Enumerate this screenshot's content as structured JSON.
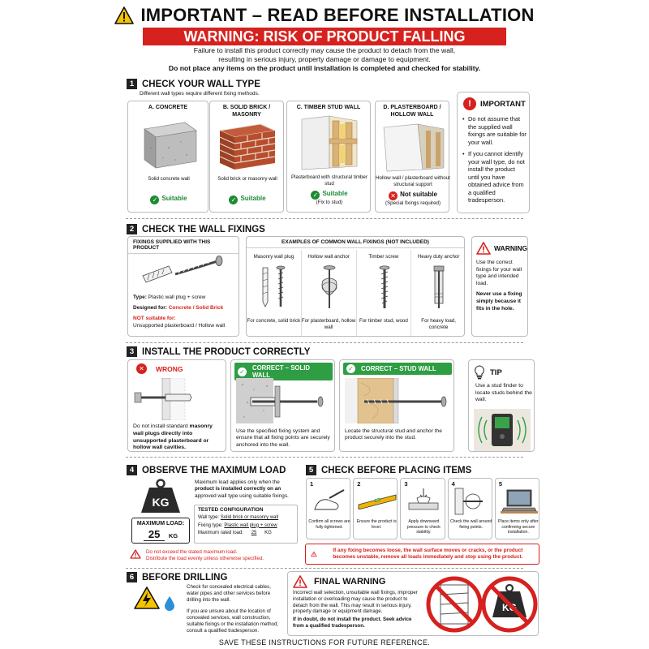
{
  "header": {
    "title": "IMPORTANT – READ BEFORE INSTALLATION",
    "banner": "WARNING: RISK OF PRODUCT FALLING",
    "intro_line1": "Failure to install this product correctly may cause the product to detach from the wall,",
    "intro_line2": "resulting in serious injury, property damage or damage to equipment.",
    "intro_line3": "Do not place any items on the product until installation is completed and checked for stability."
  },
  "s1": {
    "number": "1",
    "title": "CHECK YOUR WALL TYPE",
    "subtitle": "Different wall types require different fixing methods.",
    "walls": [
      {
        "label": "A. CONCRETE",
        "desc": "Solid concrete wall",
        "status": "Suitable",
        "note": ""
      },
      {
        "label": "B. SOLID BRICK / MASONRY",
        "desc": "Solid brick or masonry wall",
        "status": "Suitable",
        "note": ""
      },
      {
        "label": "C. TIMBER STUD WALL",
        "desc": "Plasterboard with structural timber stud",
        "status": "Suitable",
        "note": "(Fix to stud)"
      },
      {
        "label": "D. PLASTERBOARD / HOLLOW WALL",
        "desc": "Hollow wall / plasterboard without structural support",
        "status": "Not suitable",
        "note": "(Special fixings required)"
      }
    ],
    "side": {
      "title": "IMPORTANT",
      "bullet1": "Do not assume that the supplied wall fixings are suitable for your wall.",
      "bullet2": "If you cannot identify your wall type, do not install the product until you have obtained advice from a qualified tradesperson."
    }
  },
  "s2": {
    "number": "2",
    "title": "CHECK THE WALL FIXINGS",
    "supplied": {
      "header": "FIXINGS SUPPLIED WITH THIS PRODUCT",
      "type_label": "Type:",
      "type_value": "Plastic wall plug + screw",
      "designed_label": "Designed for:",
      "designed_value": "Concrete / Solid Brick",
      "not_label": "NOT suitable for:",
      "not_value": "Unsupported plasterboard / Hollow wall"
    },
    "examples_header": "EXAMPLES OF COMMON WALL FIXINGS (NOT INCLUDED)",
    "examples": [
      {
        "name": "Masonry wall plug",
        "use": "For concrete, solid brick"
      },
      {
        "name": "Hollow wall anchor",
        "use": "For plasterboard, hollow wall"
      },
      {
        "name": "Timber screw",
        "use": "For timber stud, wood"
      },
      {
        "name": "Heavy duty anchor",
        "use": "For heavy load, concrete"
      }
    ],
    "side": {
      "title": "WARNING",
      "text": "Use the correct fixings for your wall type and intended load.",
      "text2": "Never use a fixing simply because it fits in the hole."
    }
  },
  "s3": {
    "number": "3",
    "title": "INSTALL THE PRODUCT CORRECTLY",
    "wrong": {
      "title": "WRONG",
      "text_pre": "Do not install standard ",
      "text_bold": "masonry wall plugs directly into unsupported plasterboard or hollow wall cavities."
    },
    "solid": {
      "title": "CORRECT – SOLID WALL",
      "text": "Use the specified fixing system and ensure that all fixing points are securely anchored into the wall."
    },
    "stud": {
      "title": "CORRECT – STUD WALL",
      "text": "Locate the structural stud and anchor the product securely into the stud."
    },
    "tip": {
      "title": "TIP",
      "text": "Use a stud finder to locate studs behind the wall."
    }
  },
  "s4": {
    "number": "4",
    "title": "OBSERVE THE MAXIMUM LOAD",
    "kg": "KG",
    "text_pre": "Maximum load applies only when the ",
    "text_bold": "product is installed correctly on an",
    "text_post": " approved wall type using suitable fixings.",
    "tested": {
      "title": "TESTED CONFIGURATION",
      "wall_label": "Wall type:",
      "wall_value": "Solid brick or masonry wall",
      "fix_label": "Fixing type:",
      "fix_value": "Plastic wall plug + screw",
      "rated_label": "Maximum rated load:",
      "rated_value": "25",
      "rated_unit": "KG"
    },
    "max_label": "MAXIMUM LOAD:",
    "max_value": "25",
    "max_unit": "KG",
    "warn1": "Do not exceed the stated maximum load.",
    "warn2": "Distribute the load evenly unless otherwise specified."
  },
  "s5": {
    "number": "5",
    "title": "CHECK BEFORE PLACING ITEMS",
    "steps": [
      {
        "n": "1",
        "text": "Confirm all screws are fully tightened."
      },
      {
        "n": "2",
        "text": "Ensure the product is level."
      },
      {
        "n": "3",
        "text": "Apply downward pressure to check stability."
      },
      {
        "n": "4",
        "text": "Check the wall around fixing points."
      },
      {
        "n": "5",
        "text": "Place items only after confirming secure installation."
      }
    ],
    "alert": "If any fixing becomes loose, the wall surface moves or cracks, or the product becomes unstable, remove all loads immediately and stop using the product."
  },
  "s6": {
    "number": "6",
    "title": "BEFORE DRILLING",
    "text1": "Check for concealed electrical cables, water pipes and other services before drilling into the wall.",
    "text2": "If you are unsure about the location of concealed services, wall construction, suitable fixings or the installation method, consult a qualified tradesperson."
  },
  "final": {
    "title": "FINAL WARNING",
    "text": "Incorrect wall selection, unsuitable wall fixings, improper installation or overloading may cause the product to detach from the wall. This may result in serious injury, property damage or equipment damage.",
    "bold": "If in doubt, do not install the product. Seek advice from a qualified tradesperson.",
    "kg": "KG"
  },
  "footer": "SAVE THESE INSTRUCTIONS FOR FUTURE REFERENCE.",
  "colors": {
    "red": "#d6211e",
    "green": "#2e9d43",
    "dark": "#222222"
  }
}
